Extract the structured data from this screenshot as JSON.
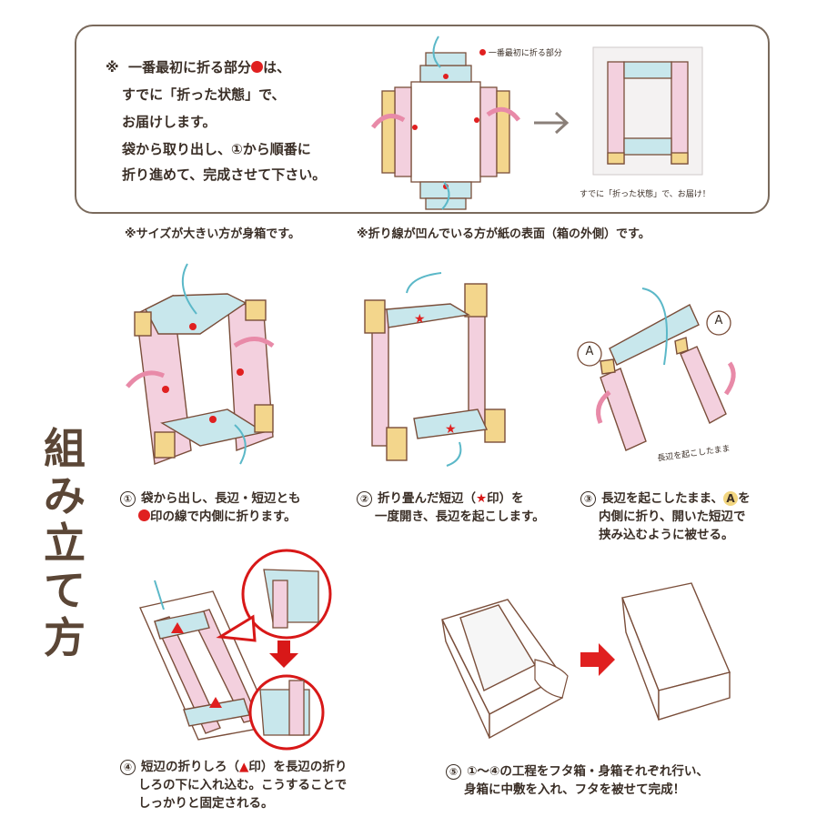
{
  "notice": {
    "mark": "※",
    "line1_a": "一番最初に折る部分",
    "line1_b": "は、",
    "line2": "すでに「折った状態」で、",
    "line3": "お届けします。",
    "line4": "袋から取り出し、①から順番に",
    "line5": "折り進めて、完成させて下さい。",
    "legend": "一番最初に折る部分",
    "delivered_note": "すでに「折った状態」で、お届け！"
  },
  "notes": {
    "size_note": "※サイズが大きい方が身箱です。",
    "fold_note": "※折り線が凹んでいる方が紙の表面（箱の外側）です。"
  },
  "title_chars": [
    "組",
    "み",
    "立",
    "て",
    "方"
  ],
  "steps": {
    "s1": {
      "num": "①",
      "line1": "袋から出し、長辺・短辺とも",
      "line2": "印の線で内側に折ります。"
    },
    "s2": {
      "num": "②",
      "line1_a": "折り畳んだ短辺（",
      "star": "★",
      "line1_b": "印）を",
      "line2": "一度開き、長辺を起こします。"
    },
    "s3": {
      "num": "③",
      "line1_a": "長辺を起こしたまま、",
      "mark": "A",
      "line1_b": "を",
      "line2": "内側に折り、開いた短辺で",
      "line3": "挟み込むように被せる。",
      "label_a": "A",
      "note": "長辺を起こしたまま"
    },
    "s4": {
      "num": "④",
      "line1_a": "短辺の折りしろ（",
      "tri": "▲",
      "line1_b": "印）を長辺の折り",
      "line2": "しろの下に入れ込む。こうすることで",
      "line3": "しっかりと固定される。"
    },
    "s5": {
      "num": "⑤",
      "line1": "①〜④の工程をフタ箱・身箱それぞれ行い、",
      "line2": "身箱に中敷を入れ、フタを被せて完成！"
    }
  },
  "colors": {
    "pink": "#f3d0de",
    "blue": "#c8e7ec",
    "yellow": "#f3d68c",
    "red": "#e02020",
    "outline": "#7a4e3a",
    "frame": "#7a6a5c"
  }
}
